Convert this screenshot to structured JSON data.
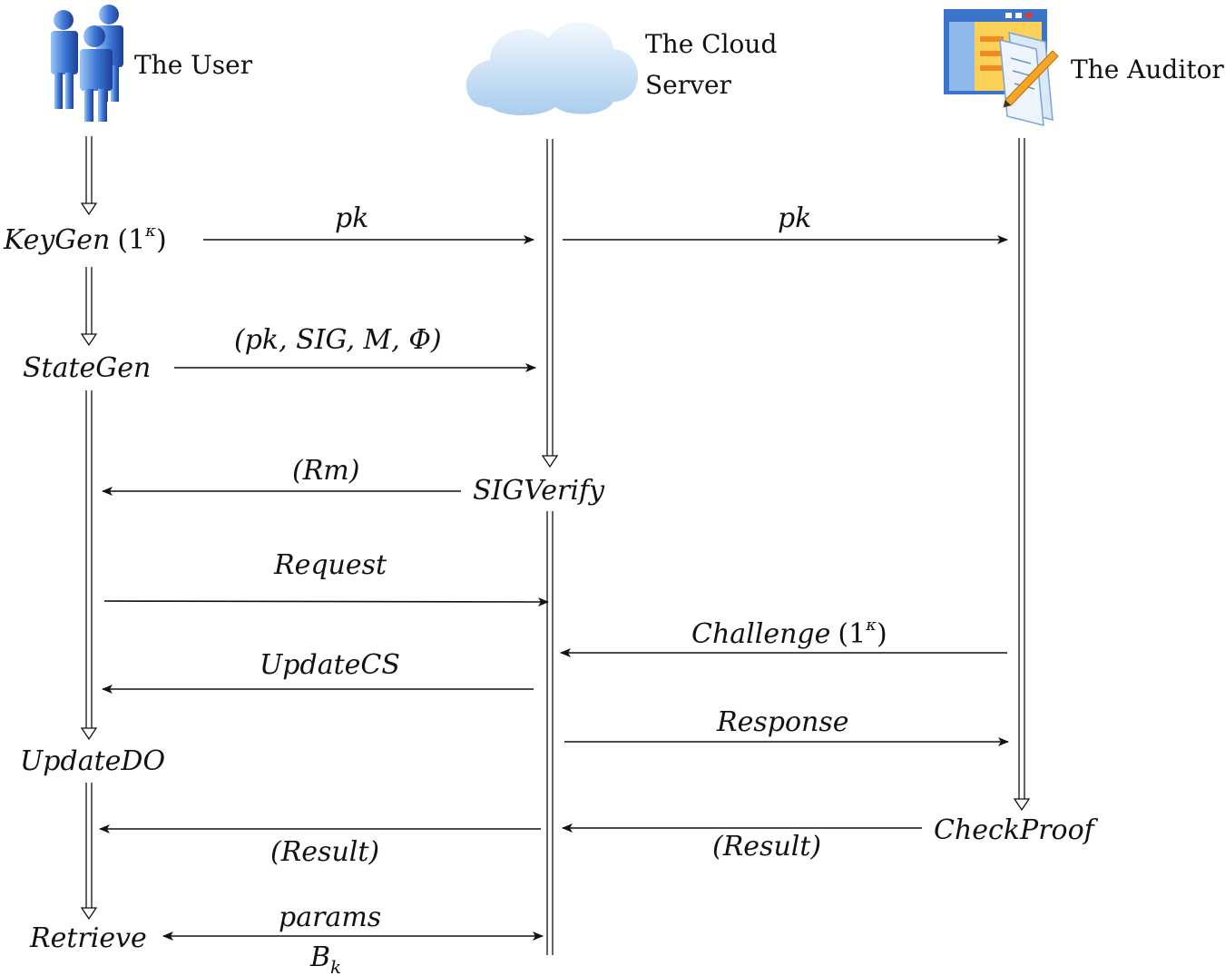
{
  "actors": {
    "user": {
      "label": "The User",
      "icon": "users-icon"
    },
    "cloud": {
      "label_line1": "The Cloud",
      "label_line2": "Server",
      "icon": "cloud-icon"
    },
    "auditor": {
      "label": "The Auditor",
      "icon": "document-pen-icon"
    }
  },
  "states": {
    "keygen": "KeyGen",
    "keygen_arg_open": "(1",
    "keygen_sup": "κ",
    "keygen_arg_close": ")",
    "stategen": "StateGen",
    "sigverify": "SIGVerify",
    "updatedo": "UpdateDO",
    "retrieve": "Retrieve",
    "checkproof": "CheckProof"
  },
  "messages": {
    "pk_to_cloud": "pk",
    "pk_to_auditor": "pk",
    "upload": "(pk, SIG, M, Φ)",
    "rm": "(Rm)",
    "request": "Request",
    "challenge": "Challenge",
    "challenge_arg_open": "(1",
    "challenge_sup": "κ",
    "challenge_arg_close": ")",
    "updatecs": "UpdateCS",
    "response": "Response",
    "result_to_user": "(Result)",
    "result_to_cloud": "(Result)",
    "params": "params",
    "bk_base": "B",
    "bk_sub": "k"
  },
  "colors": {
    "user_blue": "#2f63c8",
    "user_light": "#7fb2f0",
    "cloud_light": "#e6f1fb",
    "cloud_mid": "#b8d6f2",
    "window_blue": "#3b74c9",
    "window_orange": "#f2a33a",
    "paper": "#ffffff"
  }
}
